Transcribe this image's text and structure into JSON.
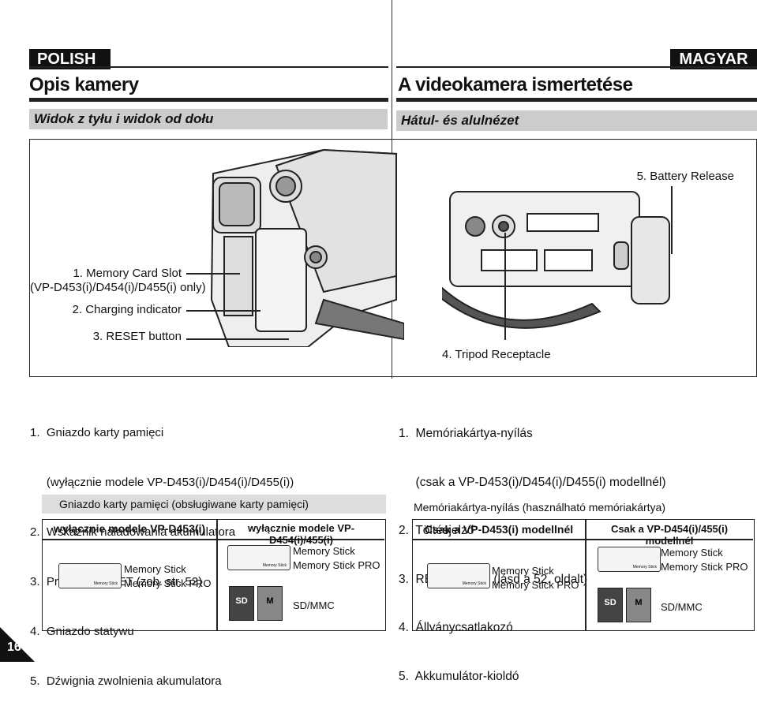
{
  "header": {
    "left_lang": "POLISH",
    "right_lang": "MAGYAR",
    "left_title": "Opis kamery",
    "right_title": "A videokamera ismertetése",
    "left_sub": "Widok z tyłu i widok od dołu",
    "right_sub": "Hátul- és alulnézet"
  },
  "diagram": {
    "callout1": "1. Memory Card Slot",
    "callout1b": "(VP-D453(i)/D454(i)/D455(i) only)",
    "callout2": "2. Charging indicator",
    "callout3": "3. RESET button",
    "callout4": "4. Tripod Receptacle",
    "callout5": "5. Battery Release"
  },
  "list_pl": [
    "1.  Gniazdo karty pamięci",
    "     (wyłącznie modele VP-D453(i)/D454(i)/D455(i))",
    "2.  Wskaźnik naładowania akumulatora",
    "3.  Przycisk RESET (zob. str. 52)",
    "4.  Gniazdo statywu",
    "5.  Dźwignia zwolnienia akumulatora"
  ],
  "list_hu": [
    "1.  Memóriakártya-nyílás",
    "     (csak a VP-D453(i)/D454(i)/D455(i) modellnél)",
    "2.  Töltésjelző",
    "3.  RESET gomb (lásd a 52. oldalt)",
    "4.  Állványcsatlakozó",
    "5.  Akkumulátor-kioldó"
  ],
  "cards_pl": {
    "heading": "Gniazdo karty pamięci (obsługiwane karty pamięci)",
    "col1": "wyłącznie modele VP-D453(i)",
    "col2": "wyłącznie modele VP-D454(i)/455(i)",
    "c1_line1": "Memory Stick",
    "c1_line2": "Memory Stick PRO",
    "c2_line1": "Memory Stick",
    "c2_line2": "Memory Stick PRO",
    "c2_sd": "SD/MMC"
  },
  "cards_hu": {
    "heading": "Memóriakártya-nyílás (használható memóriakártya)",
    "col1": "Csak a VP-D453(i) modellnél",
    "col2": "Csak a VP-D454(i)/455(i) modellnél",
    "c1_line1": "Memory Stick",
    "c1_line2": "Memory Stick PRO",
    "c2_line1": "Memory Stick",
    "c2_line2": "Memory Stick PRO",
    "c2_sd": "SD/MMC"
  },
  "card_text": {
    "ms": "Memory Stick",
    "sd": "SD",
    "mmc": "M"
  },
  "page_number": "16"
}
